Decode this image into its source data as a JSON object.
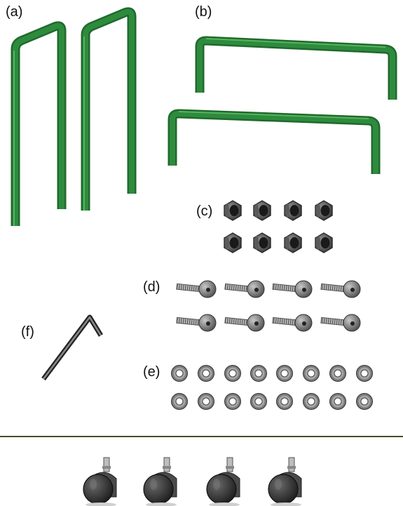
{
  "labels": {
    "a": "(a)",
    "b": "(b)",
    "c": "(c)",
    "d": "(d)",
    "e": "(e)",
    "f": "(f)"
  },
  "parts": {
    "a": {
      "name": "vertical-u-frames",
      "count": 2,
      "color": "#2e8b3e"
    },
    "b": {
      "name": "horizontal-u-frames",
      "count": 2,
      "color": "#2e8b3e"
    },
    "c": {
      "name": "hex-nuts",
      "count": 8
    },
    "d": {
      "name": "bolts",
      "count": 8
    },
    "e": {
      "name": "washers",
      "count": 16
    },
    "f": {
      "name": "allen-key",
      "count": 1
    },
    "casters": {
      "name": "caster-wheels",
      "count": 4
    }
  },
  "colors": {
    "frame_green": "#2e8b3e",
    "frame_dark": "#1f6a2c",
    "hardware_gray": "#6f6f6f",
    "wheel_dark": "#333333",
    "divider": "#4a4a2a"
  }
}
